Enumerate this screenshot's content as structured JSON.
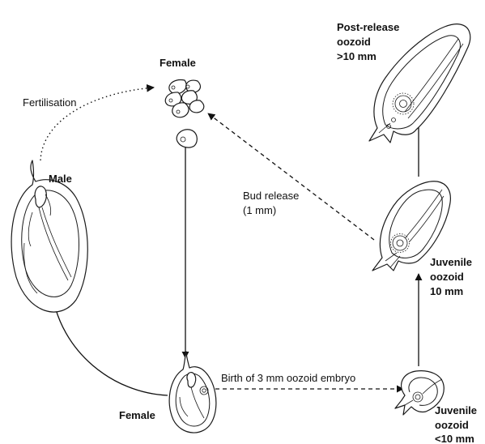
{
  "labels": {
    "female_top": "Female",
    "fertilisation": "Fertilisation",
    "male": "Male",
    "bud_release_1": "Bud release",
    "bud_release_2": "(1 mm)",
    "post_release_1": "Post-release",
    "post_release_2": "oozoid",
    "post_release_3": ">10 mm",
    "juvenile_mid_1": "Juvenile",
    "juvenile_mid_2": "oozoid",
    "juvenile_mid_3": "10 mm",
    "birth": "Birth of 3 mm oozoid embryo",
    "female_bottom": "Female",
    "juvenile_small_1": "Juvenile",
    "juvenile_small_2": "oozoid",
    "juvenile_small_3": "<10 mm"
  }
}
